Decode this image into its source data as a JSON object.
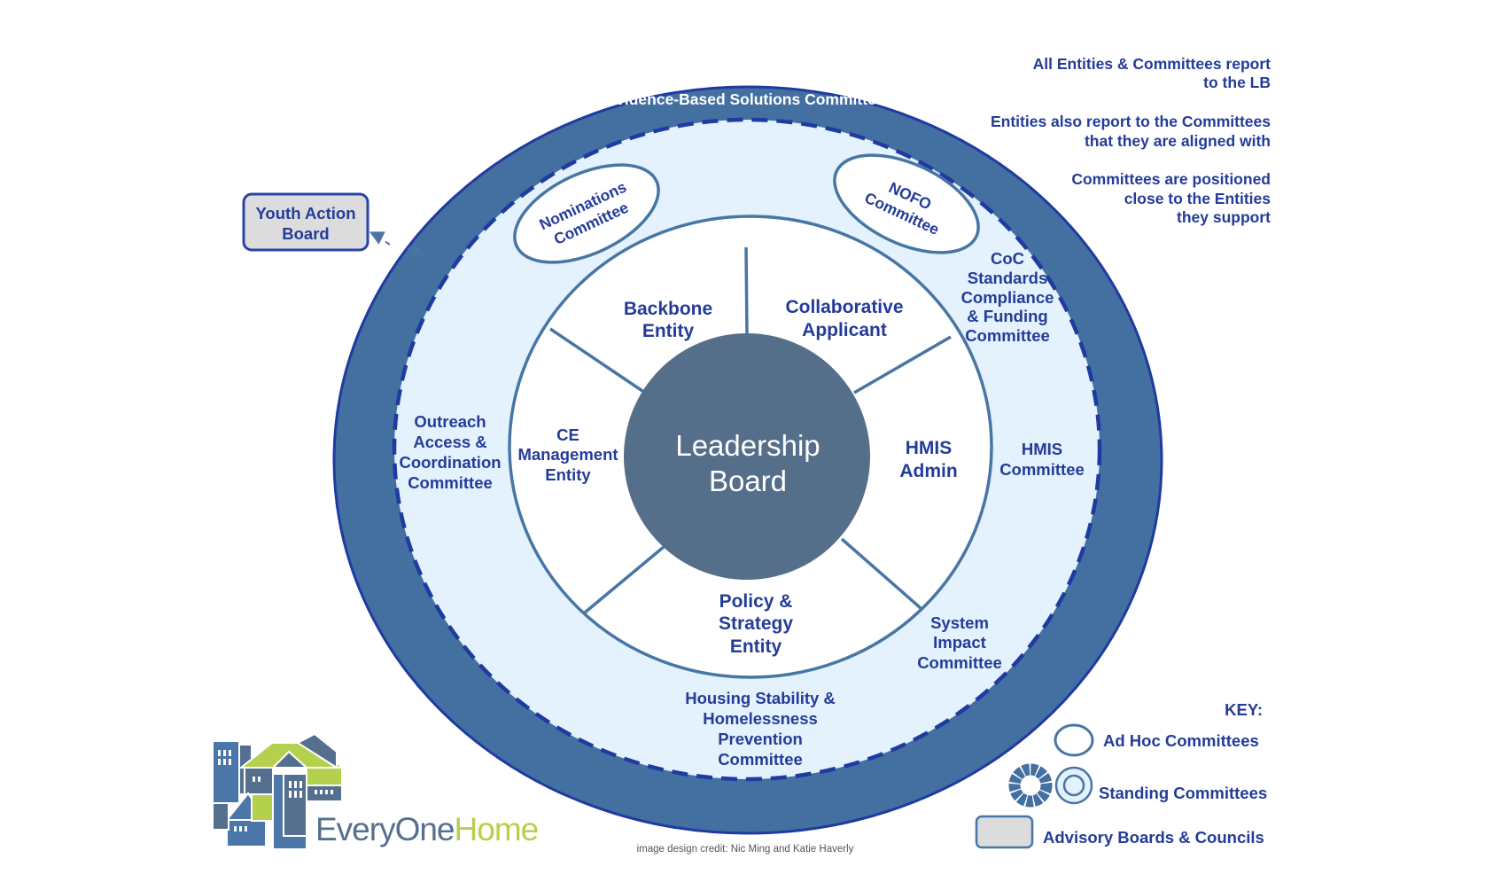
{
  "title": "Leadership Board Governance Structure",
  "colors": {
    "outer_band": "#4370a0",
    "outer_stroke": "#1f3aa0",
    "committee_ring": "#e4f2fd",
    "entity_ring": "#ffffff",
    "leadership_fill": "#556e8a",
    "text_primary": "#243c98",
    "ring_stroke": "#4876a4",
    "advisory_fill": "#dcdcdc",
    "logo_blue": "#4b76a8",
    "logo_green": "#b5d04d",
    "logo_slate": "#55708e"
  },
  "center": {
    "label_lines": [
      "Leadership",
      "Board"
    ]
  },
  "outer_band_label": "Evidence-Based Solutions Committee",
  "entities": [
    {
      "id": "backbone",
      "lines": [
        "Backbone",
        "Entity"
      ]
    },
    {
      "id": "collaborative-applicant",
      "lines": [
        "Collaborative",
        "Applicant"
      ]
    },
    {
      "id": "hmis-admin",
      "lines": [
        "HMIS",
        "Admin"
      ]
    },
    {
      "id": "policy-strategy",
      "lines": [
        "Policy &",
        "Strategy",
        "Entity"
      ]
    },
    {
      "id": "ce-management",
      "lines": [
        "CE",
        "Management",
        "Entity"
      ]
    }
  ],
  "standing_committees": [
    {
      "id": "outreach",
      "lines": [
        "Outreach",
        "Access &",
        "Coordination",
        "Committee"
      ]
    },
    {
      "id": "hmis-committee",
      "lines": [
        "HMIS",
        "Committee"
      ]
    },
    {
      "id": "coc-standards",
      "lines": [
        "CoC",
        "Standards",
        "Compliance",
        "& Funding",
        "Committee"
      ]
    },
    {
      "id": "system-impact",
      "lines": [
        "System",
        "Impact",
        "Committee"
      ]
    },
    {
      "id": "housing-stability",
      "lines": [
        "Housing Stability &",
        "Homelessness",
        "Prevention",
        "Committee"
      ]
    }
  ],
  "ad_hoc_committees": [
    {
      "id": "nominations",
      "lines": [
        "Nominations",
        "Committee"
      ]
    },
    {
      "id": "nofo",
      "lines": [
        "NOFO",
        "Committee"
      ]
    }
  ],
  "advisory_boards": [
    {
      "id": "youth-action-board",
      "lines": [
        "Youth Action",
        "Board"
      ]
    }
  ],
  "notes": [
    {
      "lines": [
        "All Entities & Committees report",
        "to the LB"
      ]
    },
    {
      "lines": [
        "Entities also report to the Committees",
        "that they are aligned with"
      ]
    },
    {
      "lines": [
        "Committees are positioned",
        "close to the Entities",
        "they support"
      ]
    }
  ],
  "key": {
    "title": "KEY:",
    "items": [
      {
        "icon": "ad-hoc-ellipse-icon",
        "label": "Ad Hoc Committees"
      },
      {
        "icon": "standing-rings-icon",
        "label": "Standing Committees"
      },
      {
        "icon": "advisory-box-icon",
        "label": "Advisory Boards & Councils"
      }
    ]
  },
  "credit": "image design credit: Nic Ming and Katie Haverly",
  "logo": {
    "word1": "EveryOne",
    "word2": "Home"
  }
}
